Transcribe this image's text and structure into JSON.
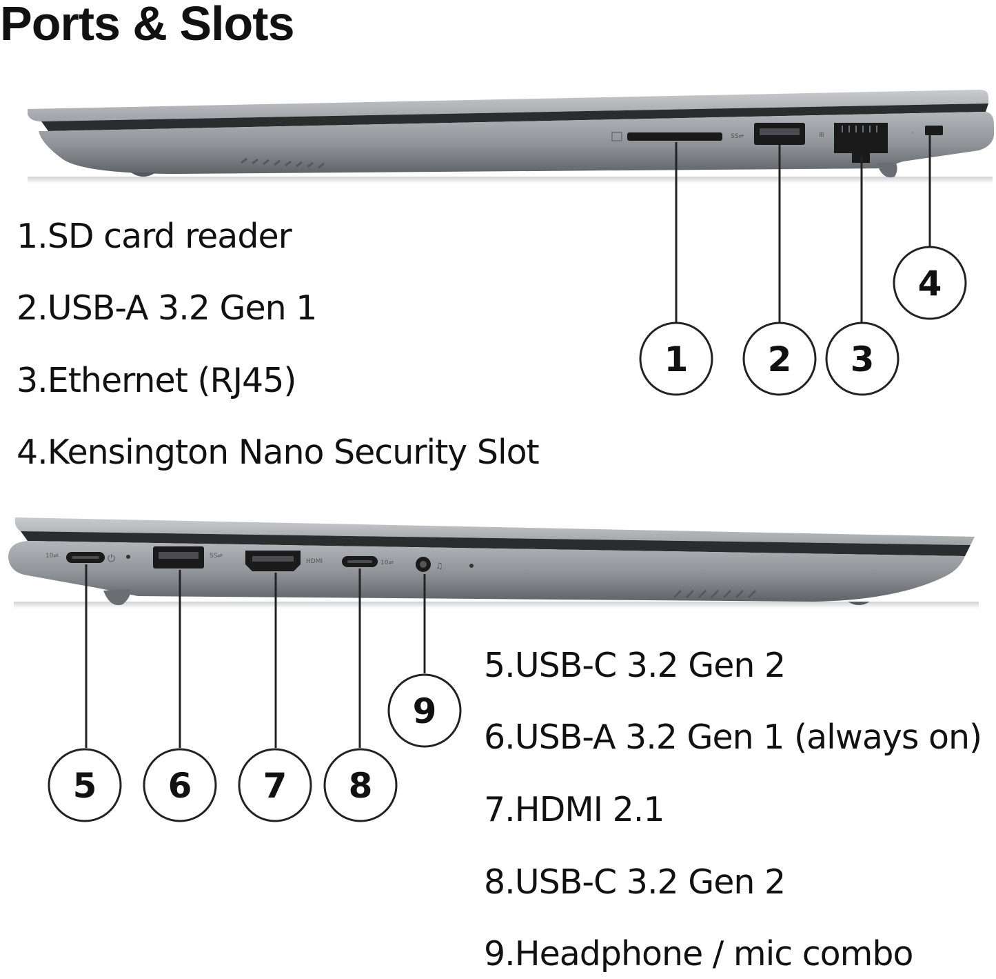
{
  "title": "Ports & Slots",
  "top_specs": [
    "1.SD card reader",
    "2.USB-A 3.2 Gen 1",
    "3.Ethernet (RJ45)",
    "4.Kensington Nano Security Slot"
  ],
  "bottom_specs": [
    "5.USB-C 3.2 Gen 2",
    "6.USB-A 3.2 Gen 1 (always on)",
    "7.HDMI 2.1",
    "8.USB-C 3.2 Gen 2",
    "9.Headphone / mic combo"
  ],
  "callouts": [
    "1",
    "2",
    "3",
    "4",
    "5",
    "6",
    "7",
    "8",
    "9"
  ],
  "port_marks": {
    "hdmi": "HDMI"
  },
  "colors": {
    "chassis": "#a9acb0",
    "chassis_dark": "#74777b",
    "bezel": "#2b2c2e",
    "port": "#1a1a1a"
  }
}
